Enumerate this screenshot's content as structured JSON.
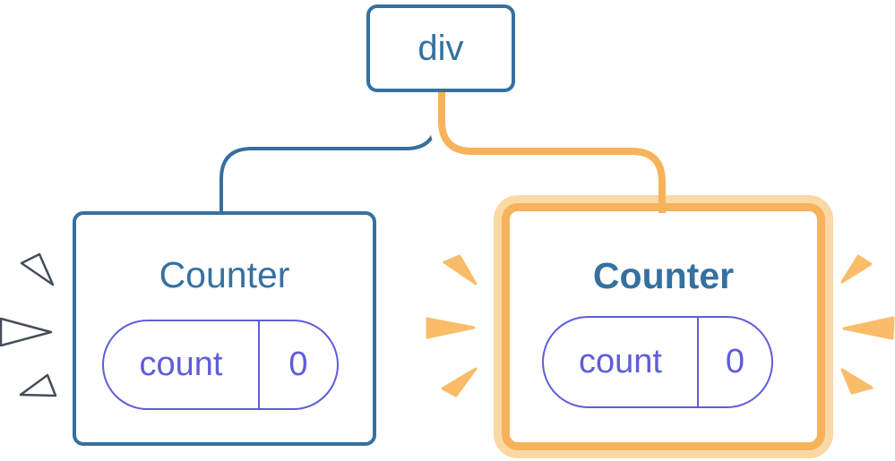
{
  "diagram": {
    "description": "React component tree: a div root with two Counter children; the right Counter is highlighted as re-rendering with orange sparkles, the left Counter has white sparkles",
    "root": {
      "label": "div"
    },
    "children": [
      {
        "title": "Counter",
        "state": {
          "key": "count",
          "value": "0"
        },
        "highlighted": false
      },
      {
        "title": "Counter",
        "state": {
          "key": "count",
          "value": "0"
        },
        "highlighted": true
      }
    ]
  },
  "colors": {
    "node_blue": "#35719f",
    "connector_blue": "#356f9e",
    "connector_casing": "#ffffff",
    "highlight_orange": "#f6b35c",
    "highlight_ring": "#fbd9a4",
    "state_purple": "#5f5dd9",
    "sparkle_orange": "#f9bc68",
    "sparkle_white_fill": "#ffffff",
    "sparkle_white_outline": "#454d59"
  },
  "icons": {
    "sparkle_left": "sparkle-burst-white",
    "sparkle_middle": "sparkle-burst-orange",
    "sparkle_right": "sparkle-burst-orange"
  }
}
